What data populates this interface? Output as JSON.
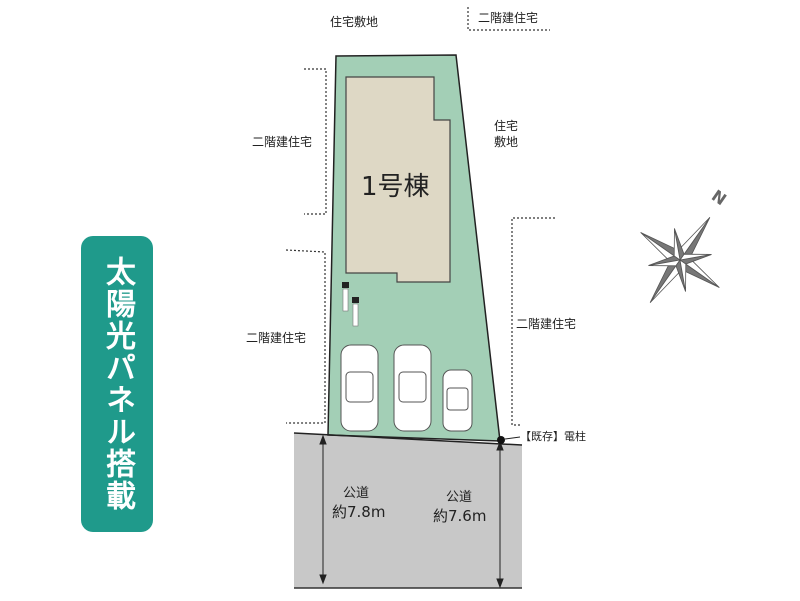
{
  "badge": "太陽光パネル搭載",
  "building": "1号棟",
  "neighbors": {
    "top": "住宅敷地",
    "top_right": "二階建住宅",
    "right_top_1": "住宅",
    "right_top_2": "敷地",
    "left_top": "二階建住宅",
    "left_bottom": "二階建住宅",
    "right_bottom": "二階建住宅"
  },
  "pole": "【既存】電柱",
  "road_left": {
    "name": "公道",
    "width": "約7.8m"
  },
  "road_right": {
    "name": "公道",
    "width": "約7.6m"
  },
  "compass": "N",
  "colors": {
    "lot": "#a3cfb6",
    "building": "#ded8c5",
    "road": "#c8c8c8",
    "badge": "#1f9a8b"
  }
}
